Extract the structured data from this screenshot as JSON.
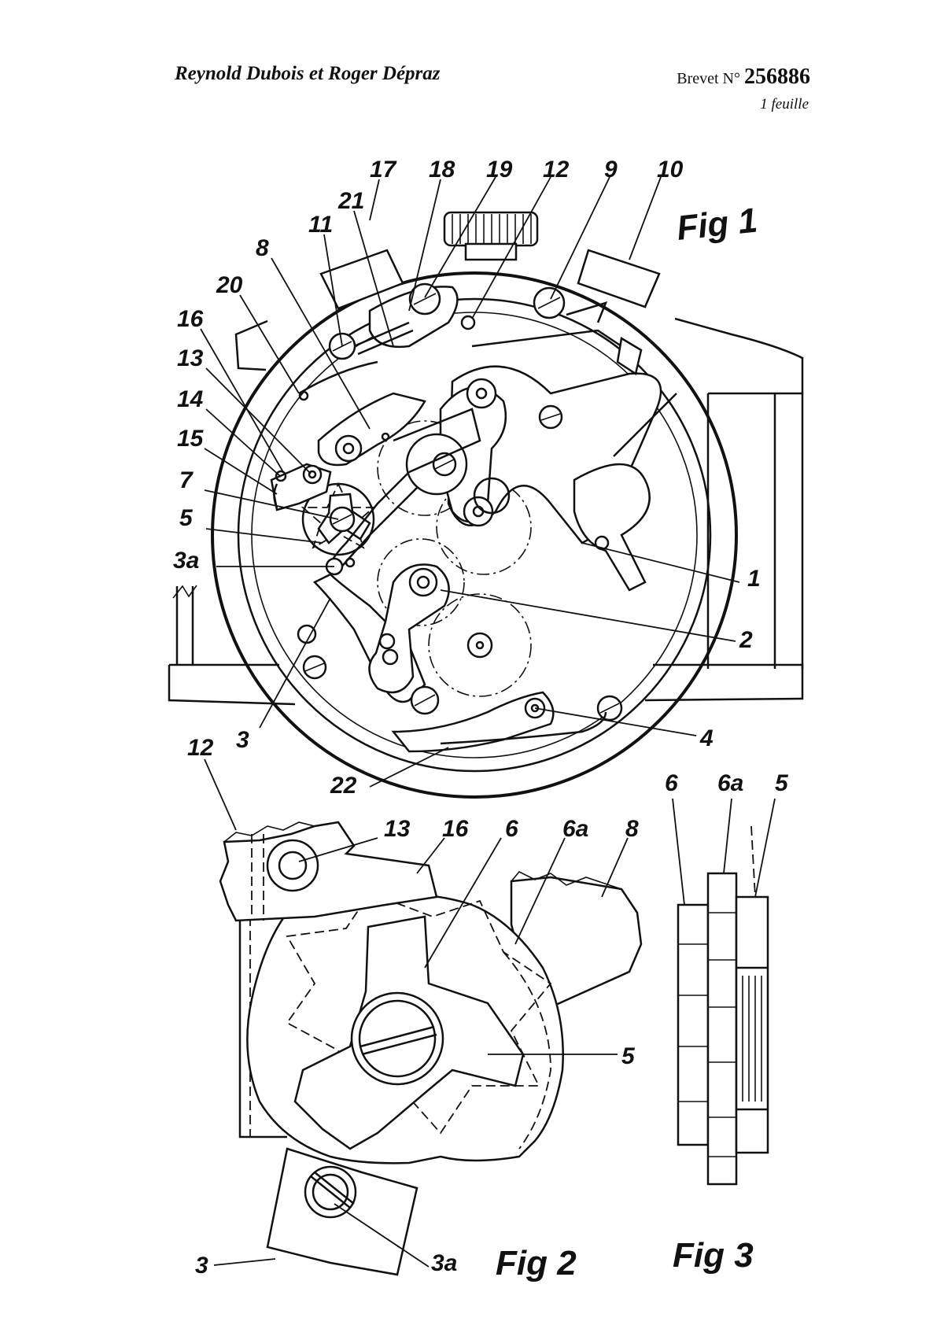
{
  "header": {
    "authors": "Reynold Dubois et Roger Dépraz",
    "patent_prefix": "Brevet N°",
    "patent_number": "256886",
    "sheet": "1 feuille"
  },
  "fig1": {
    "title": "Fig 1",
    "labels": {
      "l17": "17",
      "l18": "18",
      "l19": "19",
      "l12": "12",
      "l9": "9",
      "l10": "10",
      "l21": "21",
      "l11": "11",
      "l8": "8",
      "l20": "20",
      "l16": "16",
      "l13": "13",
      "l14": "14",
      "l15": "15",
      "l7": "7",
      "l5": "5",
      "l3a": "3a",
      "l1": "1",
      "l2": "2",
      "l3": "3",
      "l4": "4",
      "l22": "22"
    }
  },
  "fig2": {
    "title": "Fig 2",
    "labels": {
      "l12": "12",
      "l13": "13",
      "l16": "16",
      "l6": "6",
      "l6a": "6a",
      "l8": "8",
      "l5": "5",
      "l3": "3",
      "l3a": "3a"
    }
  },
  "fig3": {
    "title": "Fig 3",
    "labels": {
      "l6": "6",
      "l6a": "6a",
      "l5": "5"
    }
  }
}
